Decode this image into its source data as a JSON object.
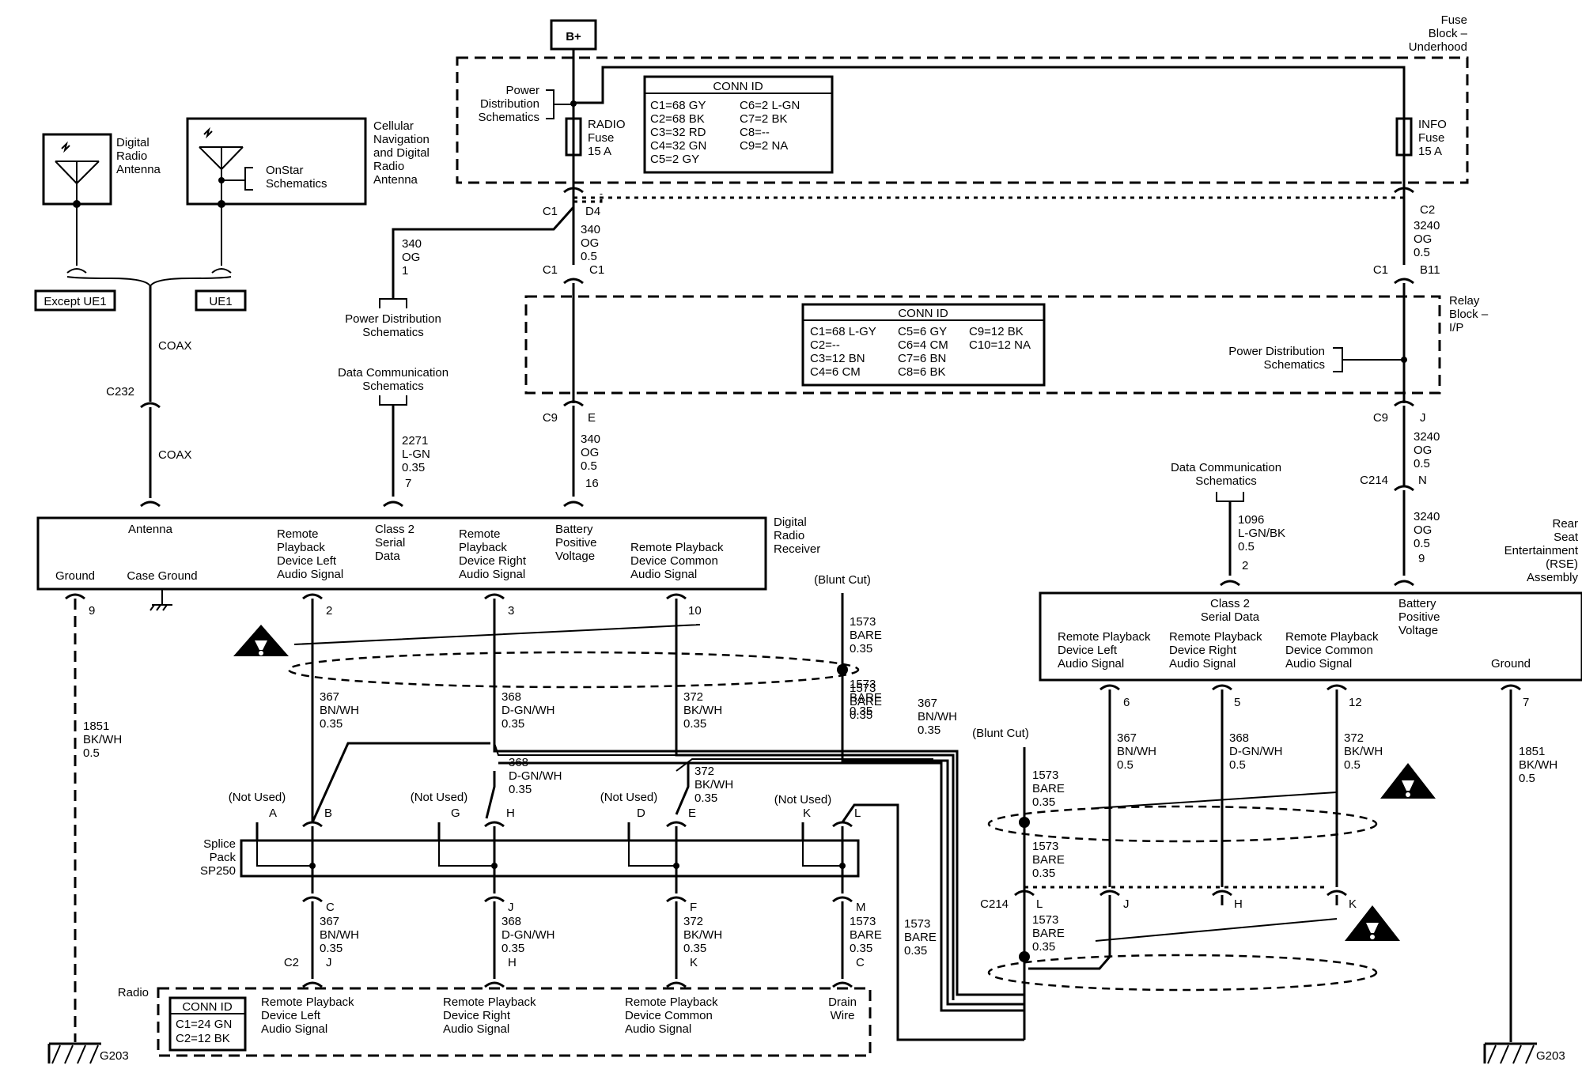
{
  "title_labels": {
    "bplus": "B+",
    "fuse_block": [
      "Fuse",
      "Block –",
      "Underhood"
    ],
    "relay_block": [
      "Relay",
      "Block –",
      "I/P"
    ],
    "power_dist_1": [
      "Power",
      "Distribution",
      "Schematics"
    ],
    "power_dist_2": [
      "Power Distribution",
      "Schematics"
    ],
    "power_dist_3": [
      "Power Distribution",
      "Schematics"
    ],
    "data_comm_1": [
      "Data Communication",
      "Schematics"
    ],
    "data_comm_2": [
      "Data Communication",
      "Schematics"
    ],
    "radio_fuse": [
      "RADIO",
      "Fuse",
      "15 A"
    ],
    "info_fuse": [
      "INFO",
      "Fuse",
      "15 A"
    ]
  },
  "conn_id_fuse": {
    "header": "CONN ID",
    "left": [
      "C1=68 GY",
      "C2=68 BK",
      "C3=32 RD",
      "C4=32 GN",
      "C5=2 GY"
    ],
    "right": [
      "C6=2 L-GN",
      "C7=2 BK",
      "C8=--",
      "C9=2 NA"
    ]
  },
  "conn_id_relay": {
    "header": "CONN ID",
    "col1": [
      "C1=68 L-GY",
      "C2=--",
      "C3=12 BN",
      "C4=6 CM"
    ],
    "col2": [
      "C5=6 GY",
      "C6=4 CM",
      "C7=6 BN",
      "C8=6 BK"
    ],
    "col3": [
      "C9=12 BK",
      "C10=12 NA"
    ]
  },
  "conn_id_radio": {
    "header": "CONN ID",
    "rows": [
      "C1=24 GN",
      "C2=12 BK"
    ]
  },
  "antennas": {
    "digital": [
      "Digital",
      "Radio",
      "Antenna"
    ],
    "cellular": [
      "Cellular",
      "Navigation",
      "and Digital",
      "Radio",
      "Antenna"
    ],
    "onstar": [
      "OnStar",
      "Schematics"
    ],
    "except_ue1": "Except UE1",
    "ue1": "UE1",
    "coax1": "COAX",
    "coax2": "COAX",
    "c232": "C232"
  },
  "receiver": {
    "name": [
      "Digital",
      "Radio",
      "Receiver"
    ],
    "antenna": "Antenna",
    "ground": "Ground",
    "case_ground": "Case Ground",
    "rp_left": [
      "Remote",
      "Playback",
      "Device Left",
      "Audio Signal"
    ],
    "class2": [
      "Class 2",
      "Serial",
      "Data"
    ],
    "rp_right": [
      "Remote",
      "Playback",
      "Device Right",
      "Audio Signal"
    ],
    "batt": [
      "Battery",
      "Positive",
      "Voltage"
    ],
    "rp_common": [
      "Remote Playback",
      "Device Common",
      "Audio Signal"
    ]
  },
  "rse": {
    "name": [
      "Rear",
      "Seat",
      "Entertainment",
      "(RSE)",
      "Assembly"
    ],
    "class2": [
      "Class 2",
      "Serial Data"
    ],
    "batt": [
      "Battery",
      "Positive",
      "Voltage"
    ],
    "rp_left": [
      "Remote Playback",
      "Device Left",
      "Audio Signal"
    ],
    "rp_right": [
      "Remote Playback",
      "Device Right",
      "Audio Signal"
    ],
    "rp_common": [
      "Remote Playback",
      "Device Common",
      "Audio Signal"
    ],
    "ground": "Ground"
  },
  "radio": {
    "name": "Radio",
    "rp_left": [
      "Remote Playback",
      "Device Left",
      "Audio Signal"
    ],
    "rp_right": [
      "Remote Playback",
      "Device Right",
      "Audio Signal"
    ],
    "rp_common": [
      "Remote Playback",
      "Device Common",
      "Audio Signal"
    ],
    "drain": [
      "Drain",
      "Wire"
    ]
  },
  "splice": {
    "name": [
      "Splice",
      "Pack",
      "SP250"
    ],
    "not_used": "(Not Used)",
    "pins_top": [
      "A",
      "B",
      "G",
      "H",
      "D",
      "E",
      "K",
      "L"
    ],
    "pins_bottom": [
      "C",
      "J",
      "F",
      "M"
    ]
  },
  "wires": {
    "w340_1": [
      "340",
      "OG",
      "0.5"
    ],
    "w340_2": [
      "340",
      "OG",
      "1"
    ],
    "w340_3": [
      "340",
      "OG",
      "0.5"
    ],
    "w3240_1": [
      "3240",
      "OG",
      "0.5"
    ],
    "w3240_2": [
      "3240",
      "OG",
      "0.5"
    ],
    "w3240_3": [
      "3240",
      "OG",
      "0.5"
    ],
    "w2271": [
      "2271",
      "L-GN",
      "0.35"
    ],
    "w1096": [
      "1096",
      "L-GN/BK",
      "0.5"
    ],
    "w1851_l": [
      "1851",
      "BK/WH",
      "0.5"
    ],
    "w1851_r": [
      "1851",
      "BK/WH",
      "0.5"
    ],
    "w367_a": [
      "367",
      "BN/WH",
      "0.35"
    ],
    "w367_b": [
      "367",
      "BN/WH",
      "0.35"
    ],
    "w367_c": [
      "367",
      "BN/WH",
      "0.35"
    ],
    "w367_d": [
      "367",
      "BN/WH",
      "0.5"
    ],
    "w368_a": [
      "368",
      "D-GN/WH",
      "0.35"
    ],
    "w368_b": [
      "368",
      "D-GN/WH",
      "0.35"
    ],
    "w368_c": [
      "368",
      "D-GN/WH",
      "0.35"
    ],
    "w368_d": [
      "368",
      "D-GN/WH",
      "0.5"
    ],
    "w372_a": [
      "372",
      "BK/WH",
      "0.35"
    ],
    "w372_b": [
      "372",
      "BK/WH",
      "0.35"
    ],
    "w372_c": [
      "372",
      "BK/WH",
      "0.35"
    ],
    "w372_d": [
      "372",
      "BK/WH",
      "0.5"
    ],
    "w1573_a": [
      "1573",
      "BARE",
      "0.35"
    ],
    "w1573_b": [
      "1573",
      "BARE",
      "0.35"
    ],
    "w1573_c": [
      "1573",
      "BARE",
      "0.35"
    ],
    "w1573_d": [
      "1573",
      "BARE",
      "0.35"
    ],
    "w1573_e": [
      "1573",
      "BARE",
      "0.35"
    ],
    "w1573_f": [
      "1573",
      "BARE",
      "0.35"
    ],
    "w1573_g": [
      "1573",
      "BARE",
      "0.35"
    ],
    "blunt_cut": "(Blunt Cut)"
  },
  "pins": {
    "c1": "C1",
    "d4": "D4",
    "c1b": "C1",
    "c1c": "C1",
    "c9": "C9",
    "e": "E",
    "p16": "16",
    "c2": "C2",
    "c1d": "C1",
    "b11": "B11",
    "c9b": "C9",
    "j": "J",
    "c214": "C214",
    "n": "N",
    "p9r": "9",
    "p7": "7",
    "p9": "9",
    "p2": "2",
    "p3": "3",
    "p10": "10",
    "p2r": "2",
    "p6": "6",
    "p5": "5",
    "p12": "12",
    "p7r": "7",
    "c214b": "C214",
    "l": "L",
    "jb": "J",
    "h": "H",
    "k": "K",
    "c2b": "C2",
    "j2": "J",
    "h2": "H",
    "k2": "K",
    "c2c": "C",
    "g203": "G203",
    "g203r": "G203"
  }
}
